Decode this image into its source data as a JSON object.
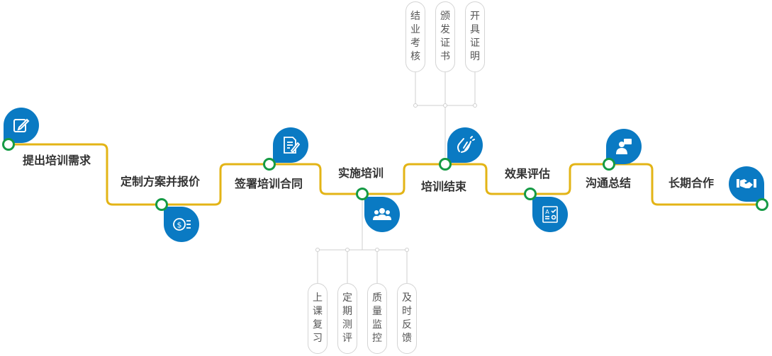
{
  "colors": {
    "track": "#e3b416",
    "node_ring": "#159a44",
    "icon_bg": "#0a7ac3",
    "branch_line": "#cfcfcf",
    "pill_border": "#d4d4d4",
    "label_text": "#333333",
    "pill_text": "#555555"
  },
  "steps": [
    {
      "label": "提出培训需求",
      "icon": "edit-icon"
    },
    {
      "label": "定制方案并报价",
      "icon": "money-icon"
    },
    {
      "label": "签署培训合同",
      "icon": "contract-icon"
    },
    {
      "label": "实施培训",
      "icon": "group-icon"
    },
    {
      "label": "培训结束",
      "icon": "clapping-icon"
    },
    {
      "label": "效果评估",
      "icon": "evaluation-icon"
    },
    {
      "label": "沟通总结",
      "icon": "presenter-icon"
    },
    {
      "label": "长期合作",
      "icon": "handshake-icon"
    }
  ],
  "top_branch": [
    "结业考核",
    "颁发证书",
    "开具证明"
  ],
  "bottom_branch": [
    "上课复习",
    "定期测评",
    "质量监控",
    "及时反馈"
  ]
}
